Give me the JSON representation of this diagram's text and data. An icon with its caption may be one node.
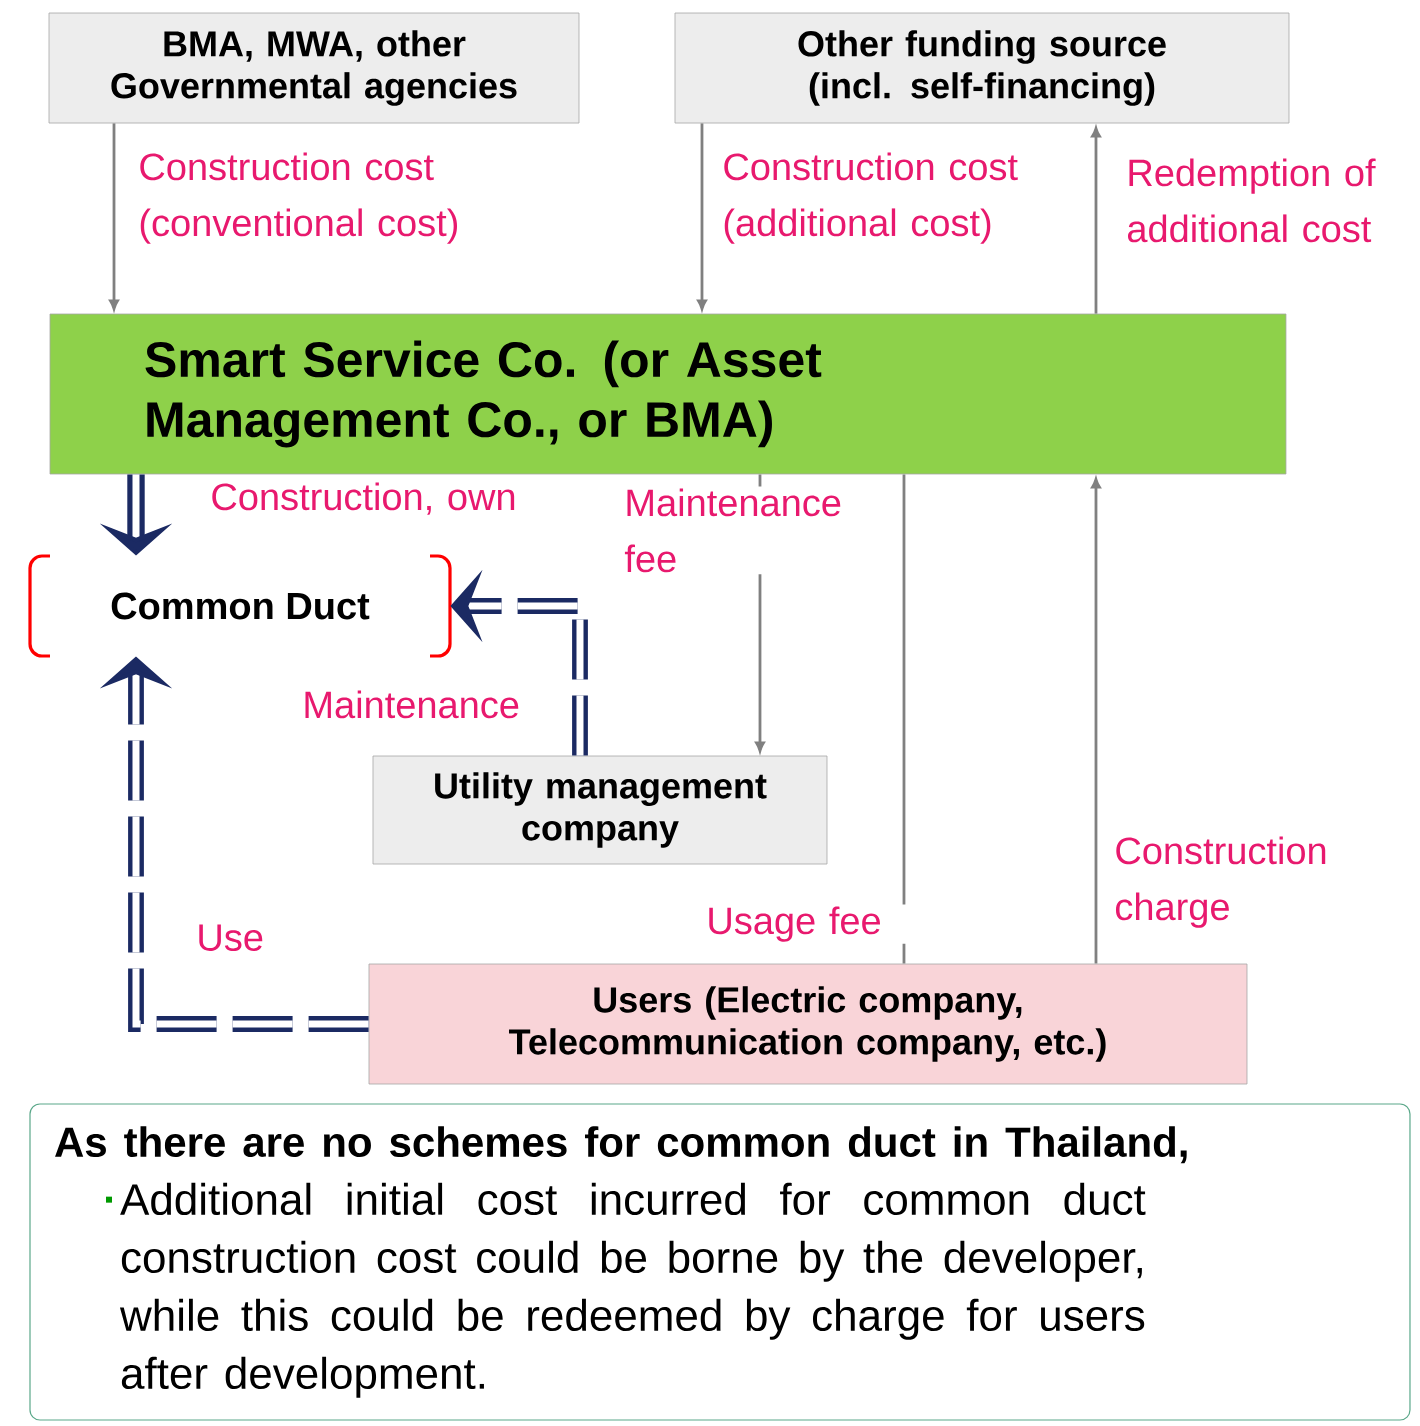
{
  "diagram": {
    "nodes": [
      {
        "text": [
          "BMA, MWA, other Governmental agencies"
        ]
      },
      {
        "text": [
          "Other funding source (incl. self-financing)"
        ]
      },
      {
        "text": [
          "Smart Service Co. (or Asset Management Co., or BMA)"
        ]
      },
      {
        "text": [
          "Common Duct"
        ]
      },
      {
        "text": [
          "Utility management company"
        ]
      },
      {
        "text": [
          "Users (Electric company, Telecommunication company, etc.)"
        ]
      },
      {
        "text": [
          "As there are no schemes for common duct in Thailand,",
          "Additional initial cost incurred for common duct construction cost could be borne by the developer, while this could be redeemed by charge for users after development."
        ]
      }
    ],
    "edges": [
      {
        "from": 0,
        "to": 2,
        "arrow": "to",
        "label": "Construction cost (conventional cost)"
      },
      {
        "from": 1,
        "to": 2,
        "arrow": "to",
        "label": "Construction cost (additional cost)"
      },
      {
        "from": 2,
        "to": 1,
        "arrow": "to",
        "label": "Redemption of additional cost"
      },
      {
        "from": 2,
        "to": 4,
        "arrow": "to",
        "label": "Maintenance fee"
      },
      {
        "from": 5,
        "to": 2,
        "arrow": "none",
        "label": "Usage fee"
      },
      {
        "from": 5,
        "to": 2,
        "arrow": "to",
        "label": "Construction charge"
      },
      {
        "from": 2,
        "to": 3,
        "arrow": "to",
        "label": "Construction, own",
        "style": "thick",
        "color": "#1b2a63"
      },
      {
        "from": 4,
        "to": 3,
        "arrow": "to",
        "label": "Maintenance",
        "style": "dashed",
        "color": "#1b2a63"
      },
      {
        "from": 5,
        "to": 3,
        "arrow": "to",
        "label": "Use",
        "style": "dashed",
        "color": "#1b2a63"
      }
    ]
  }
}
